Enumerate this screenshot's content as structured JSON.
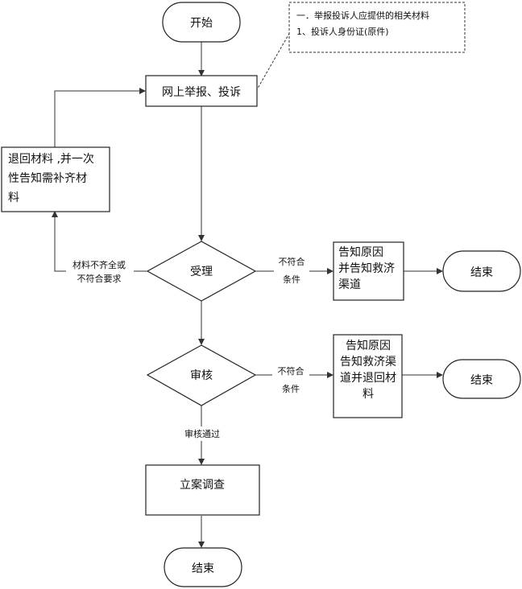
{
  "nodes": {
    "start": "开始",
    "online_report": "网上举报、投诉",
    "return_materials": [
      "退回材料 ,并一次",
      "性告知需补齐材",
      "料"
    ],
    "accept": "受理",
    "inform_relief_1": [
      "告知原因",
      "并告知救济",
      "渠道"
    ],
    "end_1": "结束",
    "review": "审核",
    "inform_relief_2": [
      "告知原因",
      "告知救济渠",
      "道并退回材",
      "料"
    ],
    "end_2": "结束",
    "file_investigate": "立案调查",
    "end_final": "结束"
  },
  "note": {
    "line1": "一．举报投诉人应提供的相关材料",
    "line2": "1、投诉人身份证(原件)"
  },
  "edge_labels": {
    "incomplete": [
      "材料不齐全或",
      "不符合要求"
    ],
    "not_meet_1": [
      "不符合",
      "条件"
    ],
    "not_meet_2": [
      "不符合",
      "条件"
    ],
    "review_passed": "审核通过"
  }
}
